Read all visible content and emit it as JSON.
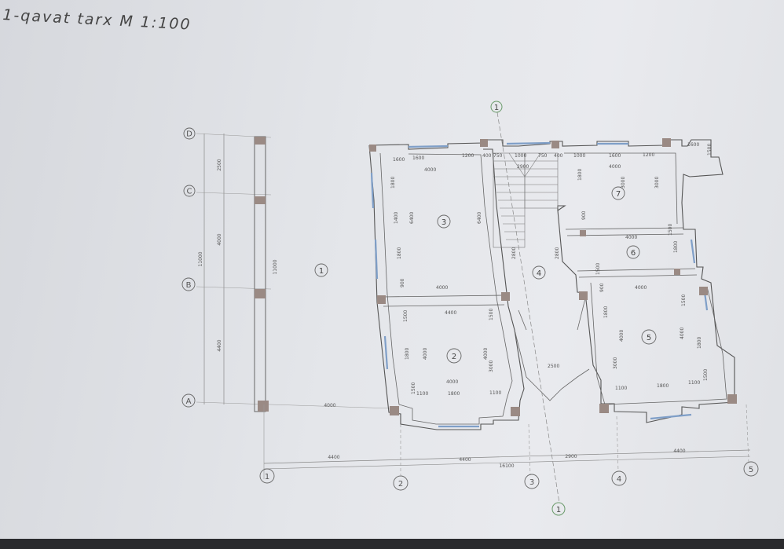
{
  "title": "1-qavat tarx   M 1:100",
  "axes_letters": [
    "D",
    "C",
    "B",
    "A"
  ],
  "axes_numbers": [
    "1",
    "2",
    "3",
    "4",
    "5"
  ],
  "section_mark": "1",
  "rooms": [
    "1",
    "2",
    "3",
    "4",
    "5",
    "6",
    "7"
  ],
  "dims": {
    "bottom_4400_a": "4400",
    "bottom_4400_b": "4400",
    "bottom_2900": "2900",
    "bottom_4400_c": "4400",
    "bottom_total": "16100",
    "left_4000": "4000",
    "left_2500": "2500",
    "left_4400": "4400",
    "left_total": "11000",
    "col_11000": "11000",
    "mid_4000": "4000",
    "r3_1600": "1600",
    "r3_1200": "1200",
    "r3_4000": "4000",
    "r3_400": "400",
    "stair_750": "750",
    "stair_1000": "1000",
    "stair_2900": "2900",
    "r7_1000": "1000",
    "r7_1600": "1600",
    "r7_1200": "1200",
    "r7_4000": "4000",
    "tr_1600": "1600",
    "r6_4000": "4000",
    "r5_4000": "4000",
    "r2_4400": "4400",
    "r2_4000": "4000",
    "r2_1100a": "1100",
    "r2_1800": "1800",
    "r2_1100b": "1100",
    "r3_4000b": "4000",
    "c_2500": "2500",
    "r5_1100a": "1100",
    "r5_1800": "1800",
    "r5_1100b": "1100",
    "v_6400a": "6400",
    "v_6400b": "6400",
    "v_1800": "1800",
    "v_1400": "1400",
    "v_900": "900",
    "v_1500": "1500",
    "v_3000": "3000",
    "v_4000": "4000",
    "v_2800a": "2800",
    "v_2800b": "2800"
  }
}
